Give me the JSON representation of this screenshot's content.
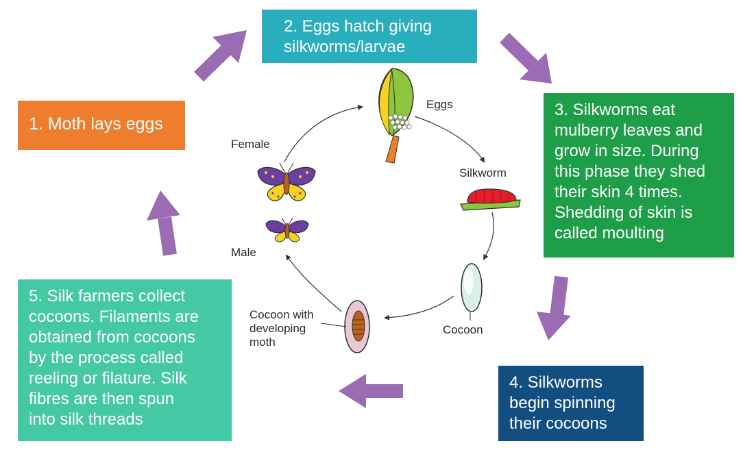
{
  "steps": {
    "s1": "1. Moth lays eggs",
    "s2": "2. Eggs hatch giving\nsilkworms/larvae",
    "s3": "3. Silkworms eat\nmulberry leaves and\ngrow in size. During\nthis phase they shed\ntheir skin 4 times.\nShedding of skin is\ncalled moulting",
    "s4": "4. Silkworms\nbegin spinning\ntheir cocoons",
    "s5": "5. Silk farmers collect\ncocoons. Filaments are\nobtained from cocoons\nby the process called\nreeling or filature. Silk\nfibres are then spun\ninto silk threads"
  },
  "labels": {
    "eggs": "Eggs",
    "silkworm": "Silkworm",
    "cocoon": "Cocoon",
    "cocoon_moth": "Cocoon with\ndeveloping\nmoth",
    "female": "Female",
    "male": "Male"
  },
  "colors": {
    "step1": "#ef7d2e",
    "step2": "#29aebd",
    "step3": "#1e9e48",
    "step4": "#124e80",
    "step5": "#45c8a4",
    "arrow": "#9b6bb3"
  }
}
